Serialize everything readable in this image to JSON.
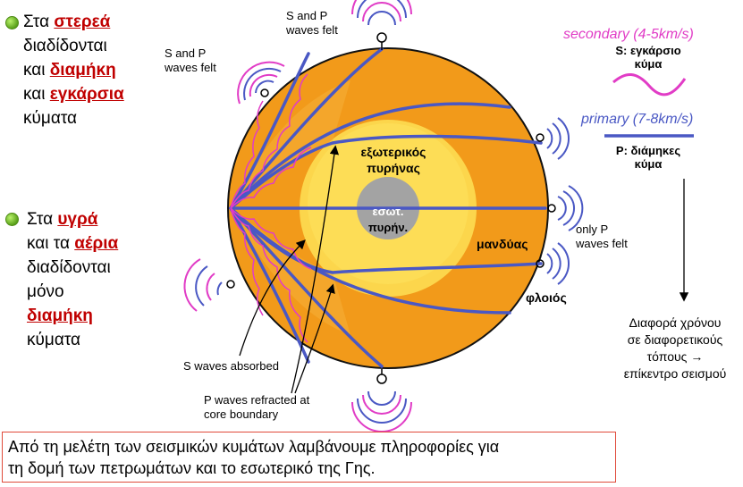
{
  "left_panel": {
    "solids": {
      "line1_prefix": "Στα ",
      "line1_keyword": "στερεά",
      "line2": "διαδίδονται",
      "line3_prefix": "και ",
      "line3_keyword": "διαμήκη",
      "line4_prefix": "και ",
      "line4_keyword": "εγκάρσια",
      "line5": "κύματα"
    },
    "fluids": {
      "line1_prefix": "Στα ",
      "line1_keyword": "υγρά",
      "line2_prefix": "και τα ",
      "line2_keyword": "αέρια",
      "line3": "διαδίδονται",
      "line4": "μόνο",
      "line5_keyword": "διαμήκη",
      "line6": "κύματα"
    }
  },
  "diagram": {
    "outer_core_line1": "εξωτερικός",
    "outer_core_line2": "πυρήνας",
    "inner_core_line1": "εσωτ.",
    "inner_core_line2": "πυρήν.",
    "mantle": "μανδύας",
    "crust": "φλοιός",
    "sp_felt_top_line1": "S and P",
    "sp_felt_top_line2": "waves felt",
    "sp_felt_left_line1": "S and P",
    "sp_felt_left_line2": "waves felt",
    "only_p_line1": "only P",
    "only_p_line2": "waves felt",
    "s_absorbed": "S waves absorbed",
    "p_refracted_line1": "P waves refracted at",
    "p_refracted_line2": "core boundary",
    "colors": {
      "crust": "#f29a1a",
      "outer_core": "#fcd64c",
      "inner_core": "#a3a3a3",
      "p_wave": "#4a58c4",
      "s_wave": "#e13cc6"
    }
  },
  "legend": {
    "secondary_title": "secondary (4-5km/s)",
    "secondary_label_line1": "S: εγκάρσιο",
    "secondary_label_line2": "κύμα",
    "primary_title": "primary (7-8km/s)",
    "primary_label_line1": "P: διάμηκες",
    "primary_label_line2": "κύμα",
    "secondary_color": "#e13cc6",
    "primary_color": "#4a58c4"
  },
  "time_note": {
    "line1": "Διαφορά χρόνου",
    "line2": "σε διαφορετικούς",
    "line3": "τόπους →",
    "line4": "επίκεντρο σεισμού"
  },
  "footer": {
    "line1": "Από τη μελέτη των σεισμικών κυμάτων λαμβάνουμε πληροφορίες για",
    "line2": "τη δομή των πετρωμάτων και το εσωτερικό της Γης."
  }
}
